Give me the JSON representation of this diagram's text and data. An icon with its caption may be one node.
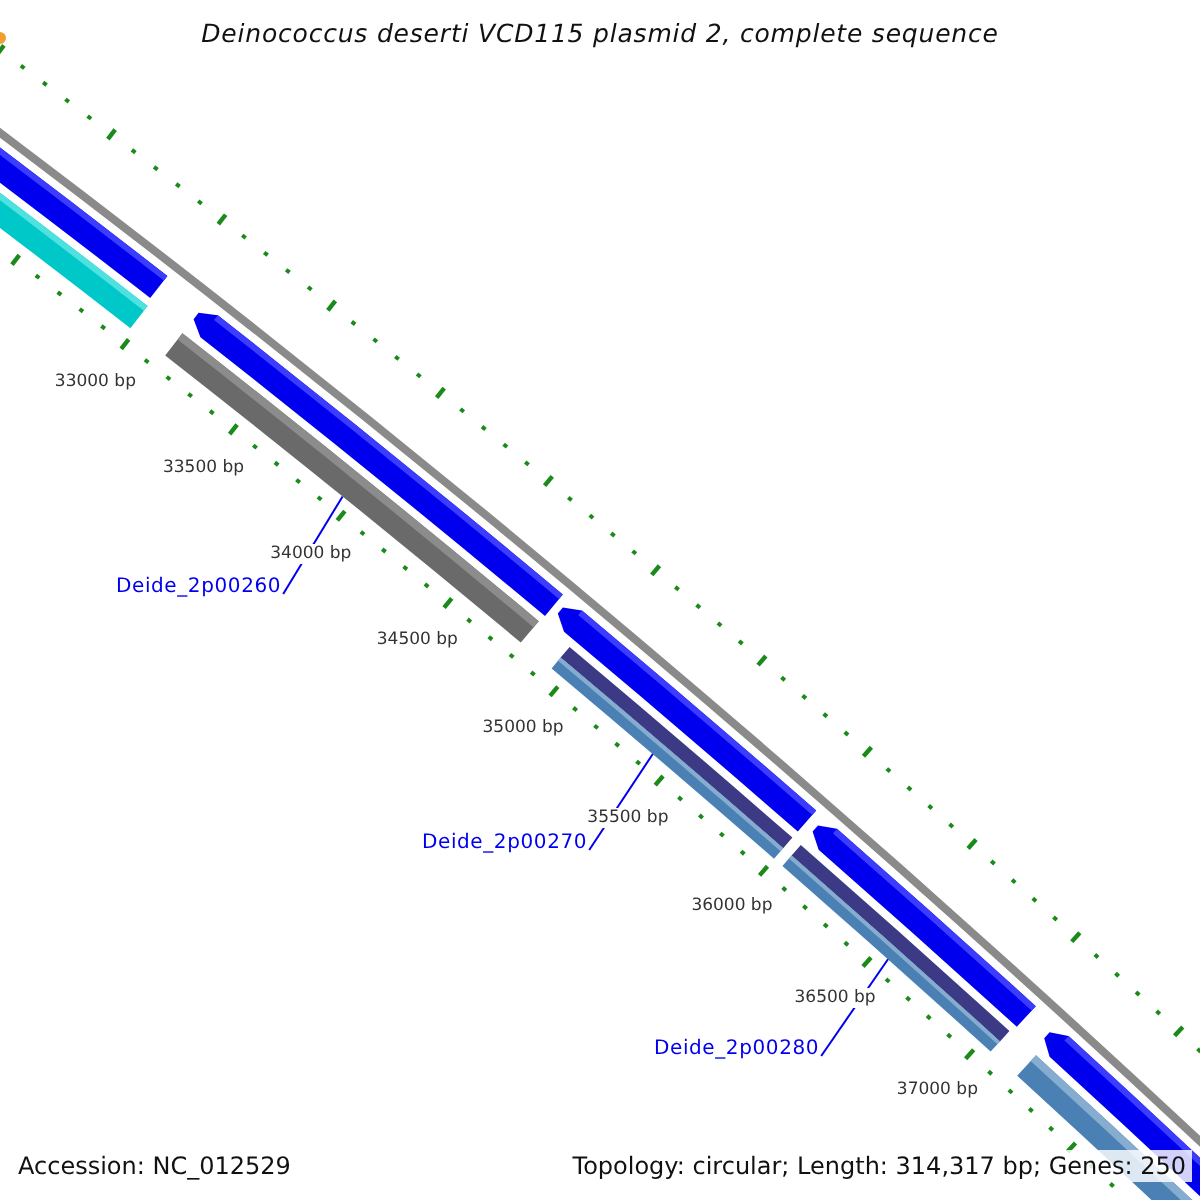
{
  "diagram": {
    "title": "Deinococcus deserti VCD115 plasmid 2, complete sequence",
    "nodes": [
      {
        "text": [
          "Deide_2p00260"
        ]
      },
      {
        "text": [
          "Deide_2p00270"
        ]
      },
      {
        "text": [
          "Deide_2p00280"
        ]
      },
      {
        "text": [],
        "shape": "bar"
      },
      {
        "text": [],
        "shape": "bar"
      },
      {
        "text": [],
        "shape": "bar"
      }
    ],
    "edges": [
      {
        "from": 0,
        "to": 3,
        "arrow": "none"
      },
      {
        "from": 1,
        "to": 4,
        "arrow": "none"
      },
      {
        "from": 2,
        "to": 5,
        "arrow": "none"
      }
    ],
    "labels": [
      "33000 bp",
      "33500 bp",
      "34000 bp",
      "34500 bp",
      "35000 bp",
      "35500 bp",
      "36000 bp",
      "36500 bp",
      "37000 bp",
      "Accession: NC_012529",
      "Topology: circular; Length: 314,317 bp; Genes: 250"
    ]
  }
}
